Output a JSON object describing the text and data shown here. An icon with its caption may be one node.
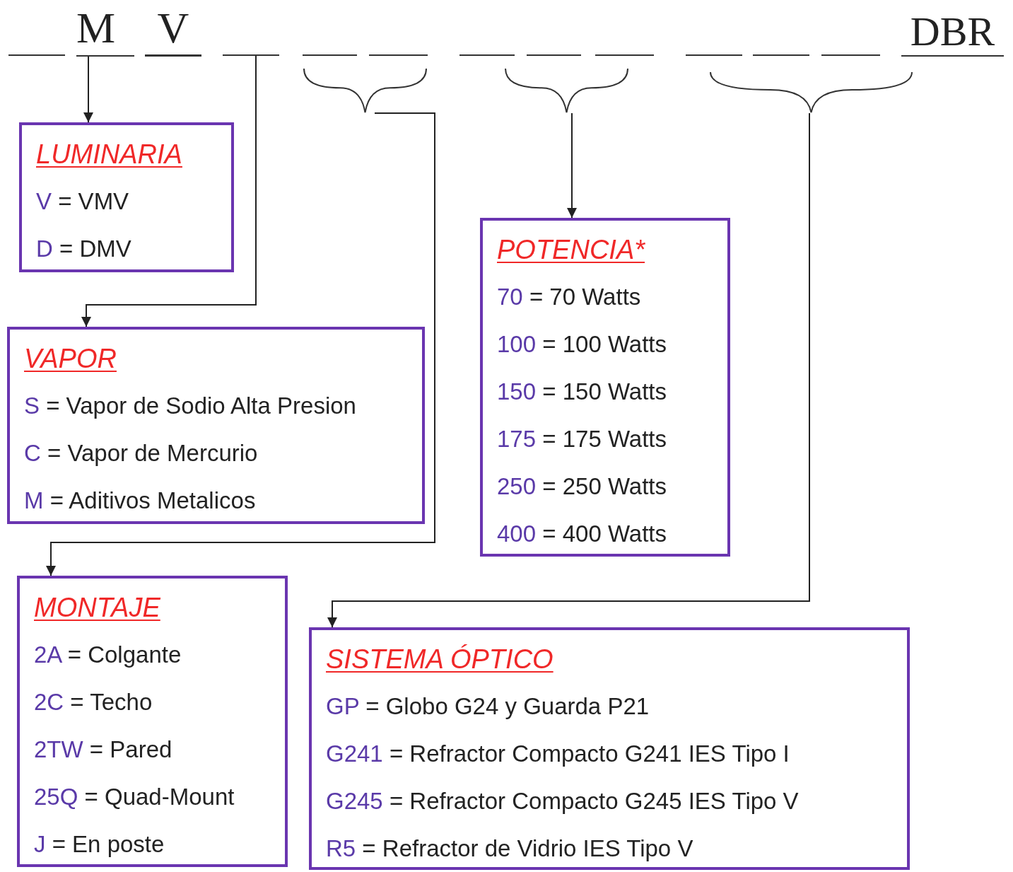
{
  "diagram": {
    "nodes": [
      {
        "text": [
          "M"
        ]
      },
      {
        "text": [],
        "shape": "bar"
      },
      {
        "text": [],
        "shape": "brace"
      },
      {
        "text": [],
        "shape": "brace"
      },
      {
        "text": [],
        "shape": "brace"
      },
      {
        "text": [
          "LUMINARIA",
          "V = VMV",
          "D = DMV"
        ]
      },
      {
        "text": [
          "POTENCIA*",
          "70 = 70 Watts",
          "100 = 100 Watts",
          "150 = 150 Watts",
          "175 = 175 Watts",
          "250 = 250 Watts",
          "400 = 400 Watts"
        ]
      },
      {
        "text": [
          "VAPOR",
          "S = Vapor de Sodio Alta Presion",
          "C = Vapor de Mercurio",
          "M = Aditivos Metalicos"
        ]
      },
      {
        "text": [
          "MONTAJE",
          "2A = Colgante",
          "2C = Techo",
          "2TW = Pared",
          "25Q = Quad-Mount",
          "J = En poste"
        ]
      },
      {
        "text": [
          "SISTEMA ÓPTICO",
          "GP = Globo G24 y Guarda P21",
          "G241 = Refractor Compacto G241 IES Tipo I",
          "G245 = Refractor Compacto G245 IES Tipo V",
          "R5 = Refractor de Vidrio IES Tipo V"
        ]
      }
    ],
    "edges": [
      {
        "from": 0,
        "to": 5,
        "arrow": "to"
      },
      {
        "from": 1,
        "to": 7,
        "arrow": "to"
      },
      {
        "from": 2,
        "to": 8,
        "arrow": "to"
      },
      {
        "from": 3,
        "to": 6,
        "arrow": "to"
      },
      {
        "from": 4,
        "to": 9,
        "arrow": "to"
      }
    ],
    "labels": [
      "V",
      "DBR"
    ]
  }
}
